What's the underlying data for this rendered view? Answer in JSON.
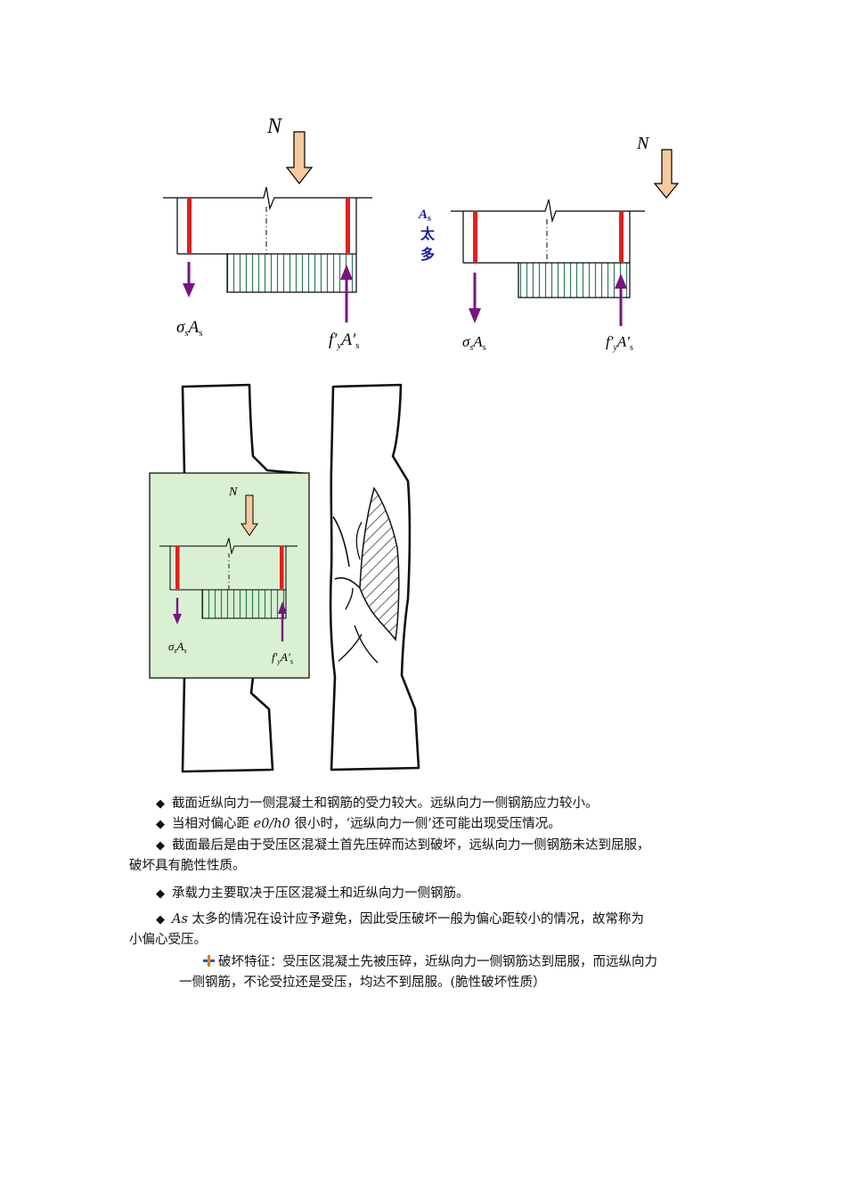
{
  "diagrams": {
    "force_label": "N",
    "tension_label": {
      "sym": "σ",
      "sub1": "s",
      "main": "A",
      "sub2": "s"
    },
    "compression_label": {
      "f": "f",
      "prime1": "′",
      "sub1": "y",
      "main": "A",
      "prime2": "′",
      "sub2": "s"
    },
    "as_note": {
      "main": "A",
      "sub": "s",
      "line2": "太",
      "line3": "多"
    },
    "colors": {
      "arrow_fill": "#f6c99e",
      "rebar": "#e0201c",
      "force_arrow": "#7a1380",
      "hatch": "#2f7a55",
      "inset_bg": "#d9f0d3",
      "as_note": "#1a1aa8"
    }
  },
  "paragraphs": {
    "p1": "截面近纵向力一侧混凝土和钢筋的受力较大。远纵向力一侧钢筋应力较小。",
    "p2a": "当相对偏心距",
    "p2b": "e0/h0",
    "p2c": "很小时，‘远纵向力一侧’还可能出现受压情况。",
    "p3a": "截面最后是由于受压区混凝土首先压碎而达到破坏，远纵向力一侧钢筋未达到屈服，",
    "p3b": "破坏具有脆性性质。",
    "p4": "承载力主要取决于压区混凝土和近纵向力一侧钢筋。",
    "p5a": "As",
    "p5b": "太多的情况在设计应予避免，因此受压破坏一般为偏心距较小的情况，故常称为",
    "p5c": "小偏心受压。",
    "p6a": "破坏特征：受压区混凝土先被压碎，近纵向力一侧钢筋达到屈服，而远纵向力",
    "p6b": "一侧钢筋，不论受拉还是受压，均达不到屈服。(脆性破坏性质）"
  },
  "bullet_glyph": "◆"
}
